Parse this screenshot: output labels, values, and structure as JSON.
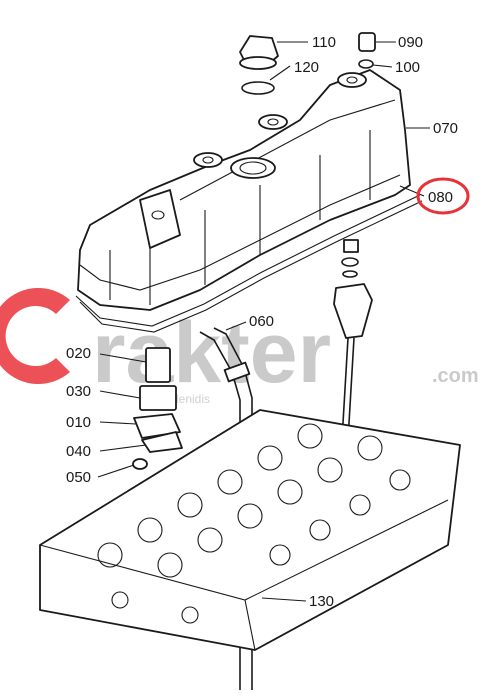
{
  "watermark": {
    "brand": "rakter",
    "suffix": ".com",
    "small": "lenidis",
    "colors": {
      "logo_red": "#e8323a",
      "logo_gray": "#b9b9b9"
    }
  },
  "parts": {
    "p110": "110",
    "p090": "090",
    "p120": "120",
    "p100": "100",
    "p070": "070",
    "p080": "080",
    "p060": "060",
    "p020": "020",
    "p030": "030",
    "p010": "010",
    "p040": "040",
    "p050": "050",
    "p130": "130"
  },
  "highlight": {
    "part": "p080",
    "color": "#e8323a"
  }
}
